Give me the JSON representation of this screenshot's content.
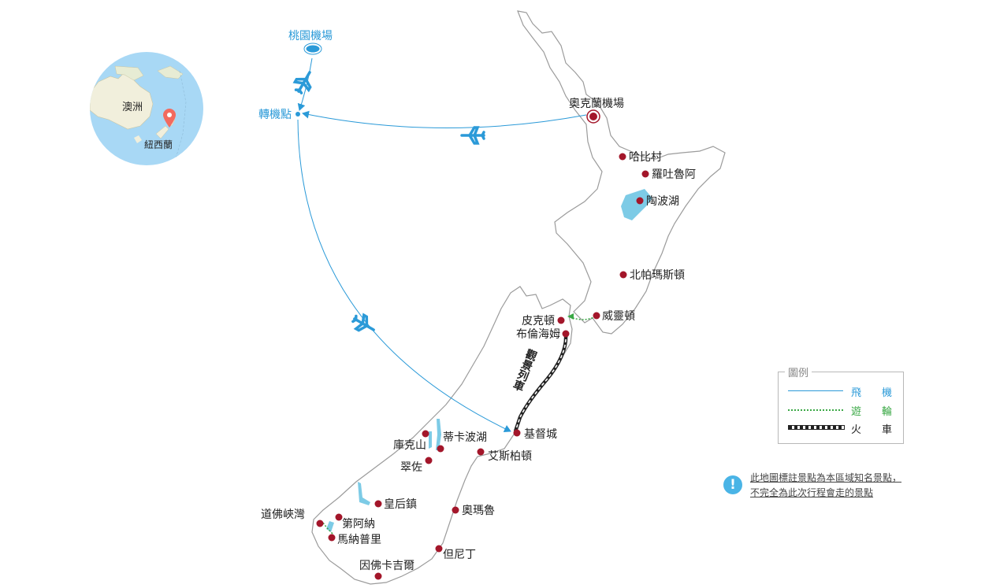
{
  "inset": {
    "region_label": "澳洲",
    "country_label": "紐西蘭"
  },
  "route": {
    "origin": "桃園機場",
    "transfer": "轉機點",
    "arrival": "奧克蘭機場"
  },
  "places": [
    {
      "key": "hobbiton",
      "label": "哈比村"
    },
    {
      "key": "rotorua",
      "label": "羅吐魯阿"
    },
    {
      "key": "taupo",
      "label": "陶波湖"
    },
    {
      "key": "palmerston",
      "label": "北帕瑪斯頓"
    },
    {
      "key": "wellington",
      "label": "威靈頓"
    },
    {
      "key": "picton",
      "label": "皮克頓"
    },
    {
      "key": "blenheim",
      "label": "布倫海姆"
    },
    {
      "key": "christchurch",
      "label": "基督城"
    },
    {
      "key": "tekapo",
      "label": "蒂卡波湖"
    },
    {
      "key": "mtcook",
      "label": "庫克山"
    },
    {
      "key": "twizel",
      "label": "翠佐"
    },
    {
      "key": "ashburton",
      "label": "艾斯柏頓"
    },
    {
      "key": "queenstown",
      "label": "皇后鎮"
    },
    {
      "key": "doubtful",
      "label": "道佛峽灣"
    },
    {
      "key": "teanau",
      "label": "第阿納"
    },
    {
      "key": "manapouri",
      "label": "馬納普里"
    },
    {
      "key": "oamaru",
      "label": "奧瑪魯"
    },
    {
      "key": "dunedin",
      "label": "但尼丁"
    },
    {
      "key": "invercargill",
      "label": "因佛卡吉爾"
    }
  ],
  "train_label": "觀景列車",
  "legend": {
    "title": "圖例",
    "items": [
      {
        "label": "飛機",
        "color": "#2b9ad8"
      },
      {
        "label": "遊輪",
        "color": "#3aa845"
      },
      {
        "label": "火車",
        "color": "#222222"
      }
    ]
  },
  "note": {
    "line1": "此地圖標註景點為本區域知名景點，",
    "line2": "不完全為此次行程會走的景點"
  },
  "colors": {
    "flight": "#2b9ad8",
    "ferry": "#3aa845",
    "train": "#222222",
    "marker": "#a3162a",
    "lake": "#7dcbe6",
    "inset_sea": "#a8d8f5"
  }
}
